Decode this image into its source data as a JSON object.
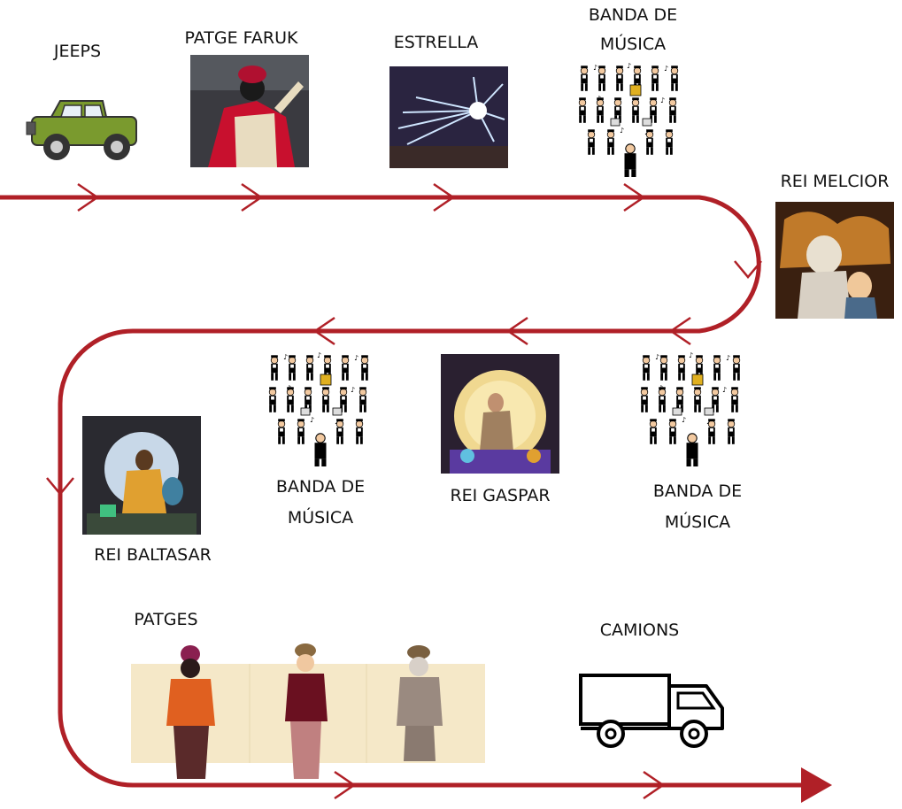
{
  "stops": {
    "jeeps": {
      "label": "JEEPS",
      "icon": "jeep-icon"
    },
    "patge_faruk": {
      "label": "PATGE FARUK",
      "icon": "patge-faruk-photo"
    },
    "estrella": {
      "label": "ESTRELLA",
      "icon": "star-float-photo"
    },
    "banda_1": {
      "label_line1": "BANDA DE",
      "label_line2": "MÚSICA",
      "icon": "marching-band-icon"
    },
    "rei_melcior": {
      "label": "REI MELCIOR",
      "icon": "king-melcior-photo"
    },
    "banda_2": {
      "label_line1": "BANDA DE",
      "label_line2": "MÚSICA",
      "icon": "marching-band-icon"
    },
    "rei_gaspar": {
      "label": "REI GASPAR",
      "icon": "king-gaspar-photo"
    },
    "banda_3": {
      "label_line1": "BANDA DE",
      "label_line2": "MÚSICA",
      "icon": "marching-band-icon"
    },
    "rei_baltasar": {
      "label": "REI BALTASAR",
      "icon": "king-baltasar-photo"
    },
    "patges": {
      "label": "PATGES",
      "icon": "pages-photo"
    },
    "camions": {
      "label": "CAMIONS",
      "icon": "truck-icon"
    }
  },
  "colors": {
    "route": "#b02027",
    "jeep": "#7a9a2e",
    "text": "#111111"
  }
}
